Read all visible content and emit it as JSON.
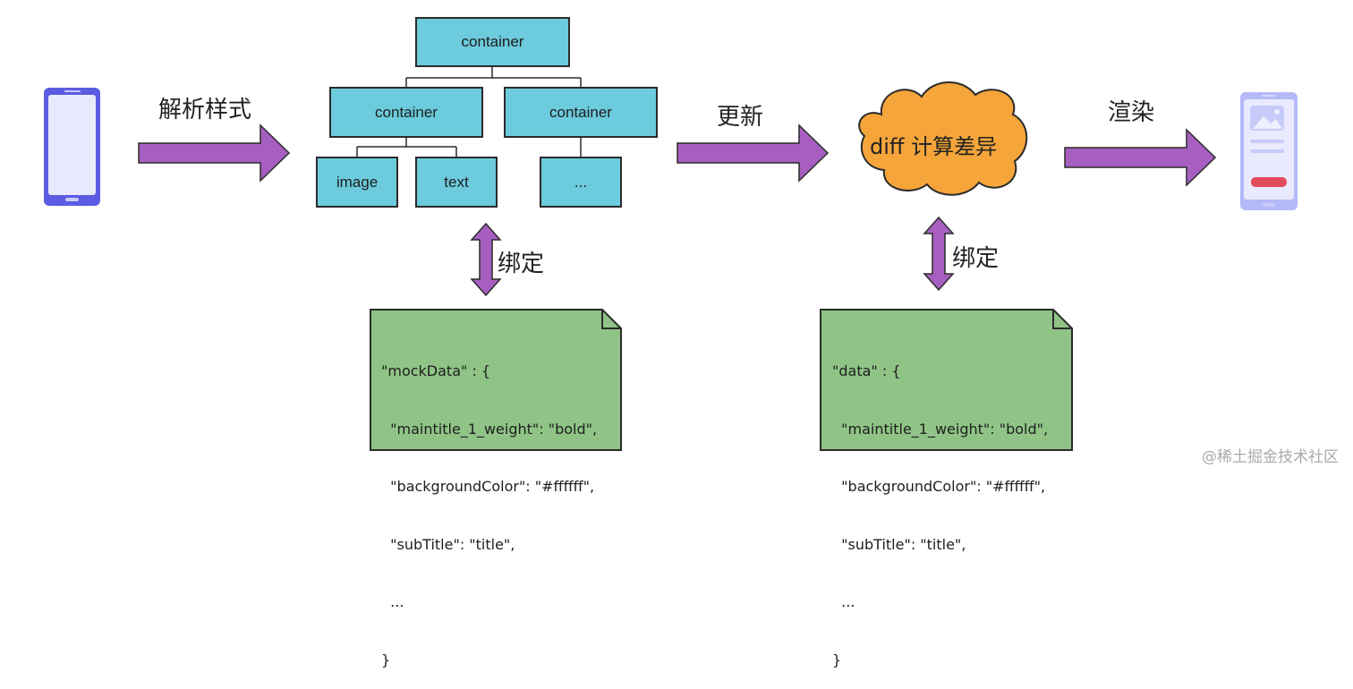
{
  "steps": {
    "parse_style": "解析样式",
    "update": "更新",
    "render": "渲染",
    "bind_left": "绑定",
    "bind_right": "绑定"
  },
  "tree": {
    "root": "container",
    "left_container": "container",
    "right_container": "container",
    "image": "image",
    "text": "text",
    "ellipsis": "..."
  },
  "cloud": {
    "label": "diff 计算差异"
  },
  "mock_note": {
    "lines": [
      "\"mockData\" : {",
      "  \"maintitle_1_weight\": \"bold\",",
      "  \"backgroundColor\": \"#ffffff\",",
      "  \"subTitle\": \"title\",",
      "  ...",
      "}"
    ]
  },
  "data_note": {
    "lines": [
      "\"data\" : {",
      "  \"maintitle_1_weight\": \"bold\",",
      "  \"backgroundColor\": \"#ffffff\",",
      "  \"subTitle\": \"title\",",
      "  ...",
      "}"
    ]
  },
  "watermark": "@稀土掘金技术社区",
  "colors": {
    "arrow": "#a65fc0",
    "box": "#6ccbdc",
    "note": "#8fc486",
    "cloud": "#f5a53a",
    "phone": "#5b5ce2",
    "phone_light": "#b5b9f7"
  },
  "icons": [
    "phone-icon",
    "rendered-phone-icon"
  ]
}
